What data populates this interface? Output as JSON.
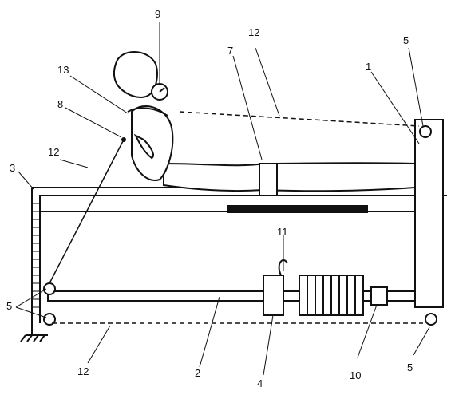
{
  "figure": {
    "labels": [
      {
        "id": "1",
        "text": "1"
      },
      {
        "id": "2",
        "text": "2"
      },
      {
        "id": "3",
        "text": "3"
      },
      {
        "id": "4",
        "text": "4"
      },
      {
        "id": "5a",
        "text": "5"
      },
      {
        "id": "5b",
        "text": "5"
      },
      {
        "id": "5c",
        "text": "5"
      },
      {
        "id": "7",
        "text": "7"
      },
      {
        "id": "8",
        "text": "8"
      },
      {
        "id": "9",
        "text": "9"
      },
      {
        "id": "10",
        "text": "10"
      },
      {
        "id": "11",
        "text": "11"
      },
      {
        "id": "12a",
        "text": "12"
      },
      {
        "id": "12b",
        "text": "12"
      },
      {
        "id": "12c",
        "text": "12"
      },
      {
        "id": "13",
        "text": "13"
      }
    ]
  }
}
